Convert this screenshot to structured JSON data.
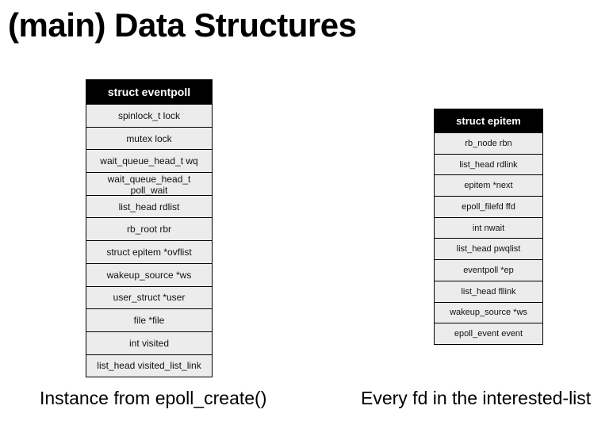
{
  "title": "(main) Data Structures",
  "eventpoll": {
    "name": "struct eventpoll",
    "fields": [
      "spinlock_t lock",
      "mutex lock",
      "wait_queue_head_t wq",
      "wait_queue_head_t poll_wait",
      "list_head rdlist",
      "rb_root rbr",
      "struct epitem *ovflist",
      "wakeup_source *ws",
      "user_struct *user",
      "file *file",
      "int visited",
      "list_head visited_list_link"
    ],
    "caption": "Instance from epoll_create()"
  },
  "epitem": {
    "name": "struct epitem",
    "fields": [
      "rb_node rbn",
      "list_head rdlink",
      "epitem *next",
      "epoll_filefd ffd",
      "int nwait",
      "list_head pwqlist",
      "eventpoll *ep",
      "list_head fllink",
      "wakeup_source *ws",
      "epoll_event event"
    ],
    "caption": "Every fd in the interested-list"
  }
}
